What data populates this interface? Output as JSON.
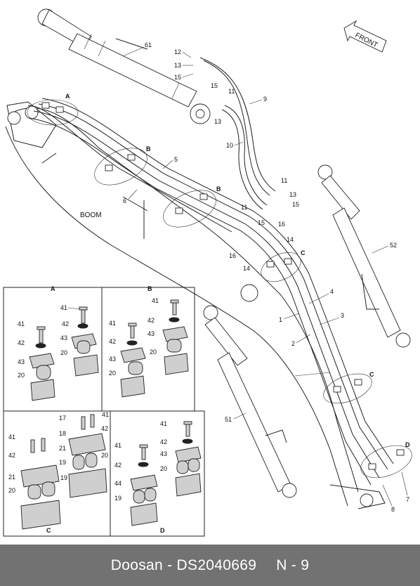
{
  "footer": {
    "brand": "Doosan",
    "separator": "-",
    "part_number": "DS2040669",
    "page_label": "N - 9"
  },
  "direction_arrow": {
    "label": "FRONT"
  },
  "boom_label": "BOOM",
  "main_callouts": {
    "c61": "61",
    "c12": "12",
    "c13a": "13",
    "c15a": "15",
    "c15b": "15",
    "c11a": "11",
    "c9": "9",
    "c13b": "13",
    "c10": "10",
    "c5": "5",
    "c6": "6",
    "c11b": "11",
    "c13c": "13",
    "c11c": "11",
    "c15c": "15",
    "c15d": "15",
    "c16a": "16",
    "c14a": "14",
    "c16b": "16",
    "c14b": "14",
    "c4": "4",
    "c3": "3",
    "c1": "1",
    "c2": "2",
    "c52": "52",
    "c51": "51",
    "c8": "8",
    "c7": "7"
  },
  "view_letters": {
    "A": "A",
    "B1": "B",
    "B2": "B",
    "C1": "C",
    "C2": "C",
    "D": "D"
  },
  "detail_panels": {
    "A": {
      "title": "A",
      "callouts": [
        "41",
        "42",
        "43",
        "20"
      ]
    },
    "B": {
      "title": "B",
      "callouts": [
        "41",
        "42",
        "43",
        "20",
        "41",
        "42",
        "43",
        "20"
      ]
    },
    "C": {
      "title": "C",
      "callouts": [
        "17",
        "41",
        "18",
        "42",
        "41",
        "42",
        "21",
        "20",
        "19",
        "21",
        "19",
        "20"
      ]
    },
    "D": {
      "title": "D",
      "callouts": [
        "41",
        "42",
        "43",
        "20",
        "41",
        "42",
        "44",
        "19"
      ]
    }
  },
  "panel_A_callouts": {
    "c41": "41",
    "c42": "42",
    "c43": "43",
    "c20": "20"
  },
  "panel_B_callouts": {
    "c41a": "41",
    "c42a": "42",
    "c43a": "43",
    "c20a": "20",
    "c41b": "41",
    "c42b": "42",
    "c43b": "43",
    "c20b": "20"
  },
  "panel_C_callouts": {
    "c17": "17",
    "c41a": "41",
    "c18": "18",
    "c42a": "42",
    "c41b": "41",
    "c42b": "42",
    "c21a": "21",
    "c20a": "20",
    "c19a": "19",
    "c21b": "21",
    "c19b": "19",
    "c20b": "20"
  },
  "panel_D_callouts": {
    "c41a": "41",
    "c42a": "42",
    "c43": "43",
    "c20": "20",
    "c41b": "41",
    "c42b": "42",
    "c44": "44",
    "c19": "19"
  }
}
